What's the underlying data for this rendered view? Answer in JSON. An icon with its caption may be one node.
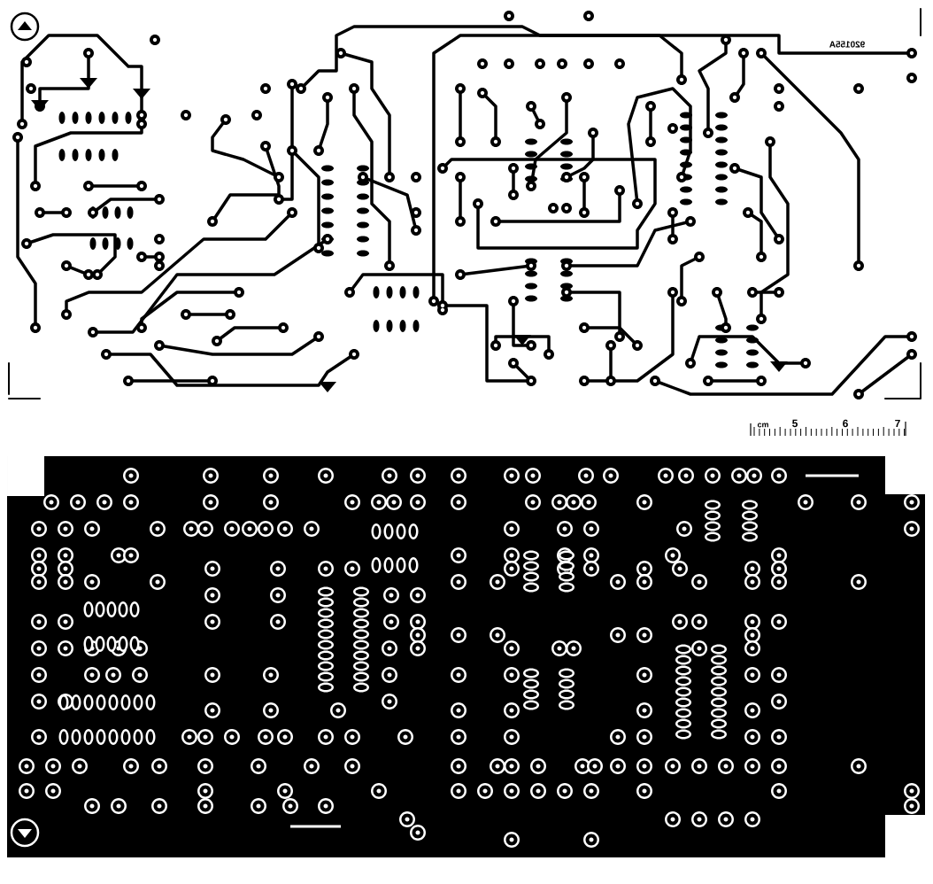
{
  "diagram": {
    "labels": [
      "920155A",
      "cm",
      "5",
      "6",
      "7"
    ]
  }
}
